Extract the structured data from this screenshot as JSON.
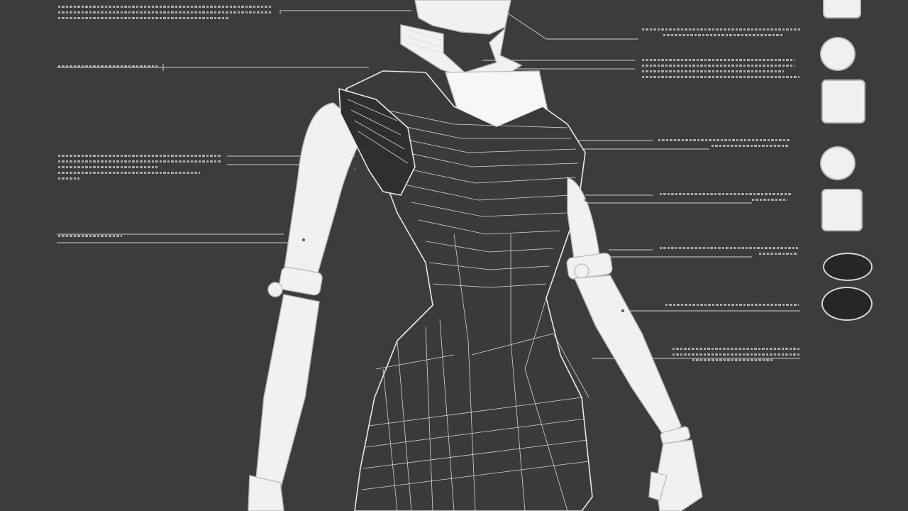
{
  "callouts_left": [
    {
      "id": "head-note",
      "lines": [
        "",
        "",
        ""
      ]
    },
    {
      "id": "collar-note",
      "lines": [
        ""
      ]
    },
    {
      "id": "shoulder-note",
      "lines": [
        "",
        "",
        "",
        ""
      ]
    },
    {
      "id": "elbow-note",
      "lines": [
        ""
      ]
    }
  ],
  "callouts_right": [
    {
      "id": "neck-note",
      "lines": [
        "",
        ""
      ]
    },
    {
      "id": "chest-note",
      "lines": [
        "",
        "",
        "",
        ""
      ]
    },
    {
      "id": "bust-note",
      "lines": [
        "",
        ""
      ]
    },
    {
      "id": "waist-note",
      "lines": [
        "",
        ""
      ]
    },
    {
      "id": "elbow-joint-note",
      "lines": [
        "",
        ""
      ]
    },
    {
      "id": "forearm-note",
      "lines": [
        ""
      ]
    },
    {
      "id": "skirt-note",
      "lines": [
        "",
        "",
        ""
      ]
    }
  ],
  "parts": [
    {
      "id": "part-1",
      "icon": "joint-cap"
    },
    {
      "id": "part-2",
      "icon": "ring-joint"
    },
    {
      "id": "part-3",
      "icon": "sleeve-segment"
    },
    {
      "id": "part-4",
      "icon": "ring-joint"
    },
    {
      "id": "part-5",
      "icon": "sleeve-segment"
    },
    {
      "id": "part-6",
      "icon": "dark-band"
    },
    {
      "id": "part-7",
      "icon": "dark-band"
    }
  ],
  "colors": {
    "background": "#3c3c3c",
    "line": "#e9e9e9",
    "fill": "#f1f1f1"
  }
}
